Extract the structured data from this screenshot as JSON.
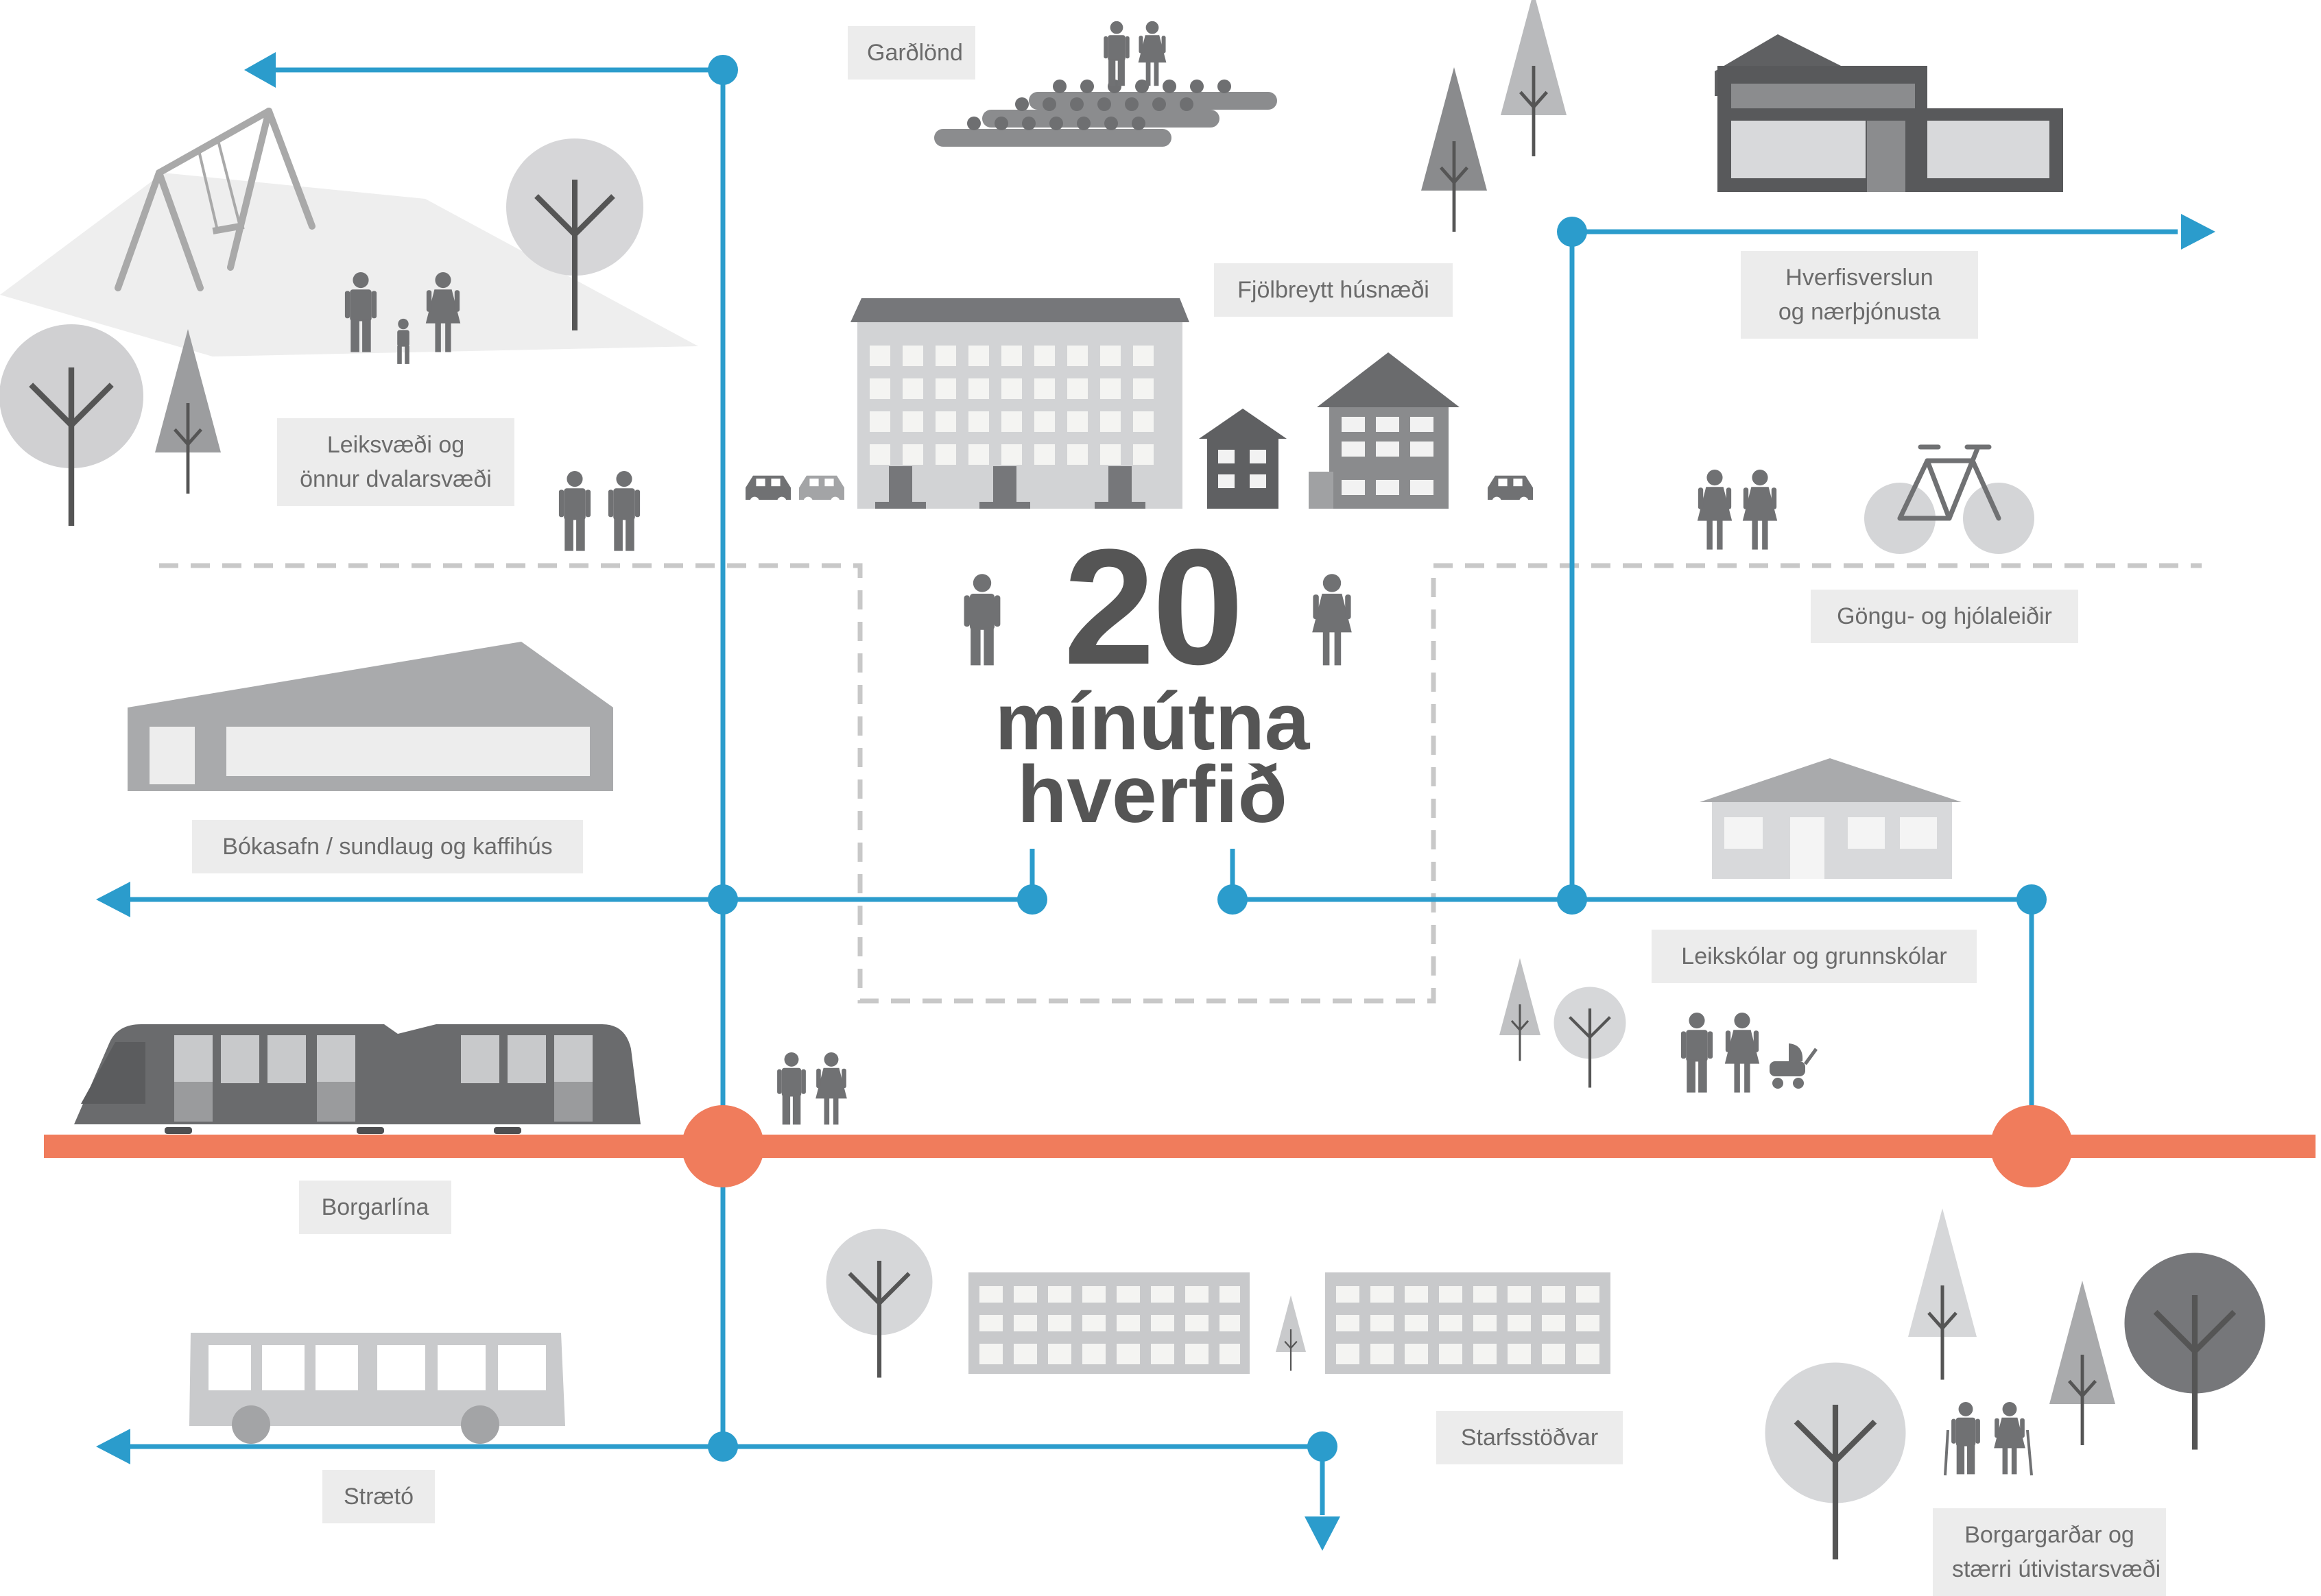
{
  "title": {
    "number": "20",
    "line1": "mínútna",
    "line2": "hverfið"
  },
  "labels": {
    "gardlond": "Garðlönd",
    "fjolbreytt": "Fjölbreytt húsnæði",
    "hverfisverslun_1": "Hverfisverslun",
    "hverfisverslun_2": "og nærþjónusta",
    "leiksvaedi_1": "Leiksvæði og",
    "leiksvaedi_2": "önnur dvalarsvæði",
    "gongu": "Göngu- og hjólaleiðir",
    "bokasafn": "Bókasafn / sundlaug og kaffihús",
    "leikskolar": "Leikskólar og grunnskólar",
    "borgarlina": "Borgarlína",
    "straeto": "Strætó",
    "starfsstodvar": "Starfsstöðvar",
    "borgargardar_1": "Borgargarðar og",
    "borgargardar_2": "stærri útivistarsvæði"
  },
  "colors": {
    "route_blue": "#2b9ccc",
    "borgarlina_orange": "#f07c5c",
    "dark_gray": "#5f6062",
    "mid_gray": "#8a8b8d",
    "light_gray": "#c8c9cb",
    "label_bg": "#ececec",
    "dashed": "#c8c8c8"
  },
  "icons": [
    "playground-swing-icon",
    "tree-icon",
    "family-icon",
    "couple-icon",
    "garden-plots-icon",
    "apartment-building-icon",
    "house-icon",
    "car-icon",
    "shop-building-icon",
    "bicycle-icon",
    "library-pool-building-icon",
    "school-building-icon",
    "stroller-icon",
    "tram-icon",
    "bus-icon",
    "office-building-icon",
    "elderly-couple-icon",
    "arrow-icon"
  ]
}
